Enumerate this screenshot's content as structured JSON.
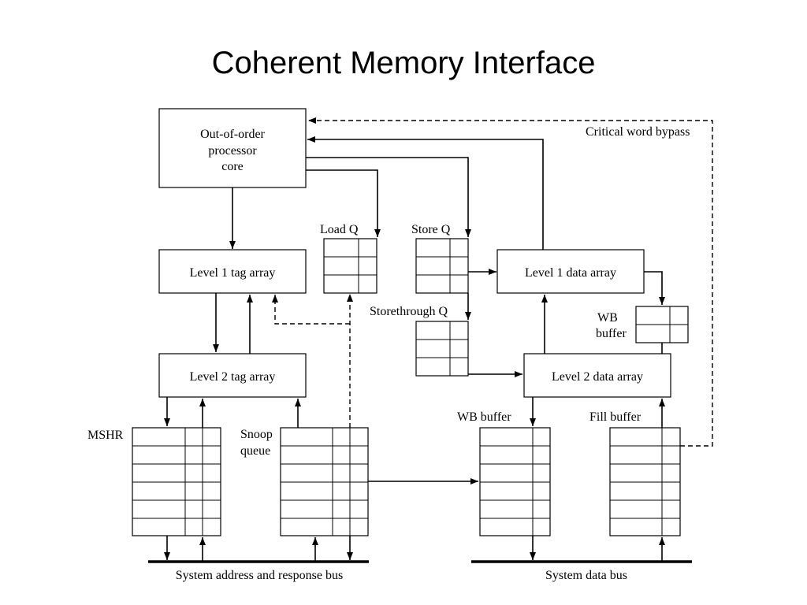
{
  "slide": {
    "title": "Coherent Memory Interface"
  },
  "diagram": {
    "core": [
      "Out-of-order",
      "processor",
      "core"
    ],
    "l1_tag": "Level 1 tag array",
    "l2_tag": "Level 2 tag array",
    "l1_data": "Level 1 data array",
    "l2_data": "Level 2 data array",
    "load_q": "Load Q",
    "store_q": "Store Q",
    "storethrough_q": "Storethrough Q",
    "wb_buffer_small": [
      "WB",
      "buffer"
    ],
    "mshr": "MSHR",
    "snoop_queue": [
      "Snoop",
      "queue"
    ],
    "wb_buffer": "WB buffer",
    "fill_buffer": "Fill buffer",
    "critical_word_bypass": "Critical word bypass",
    "system_address_bus": "System address and response bus",
    "system_data_bus": "System data bus"
  }
}
